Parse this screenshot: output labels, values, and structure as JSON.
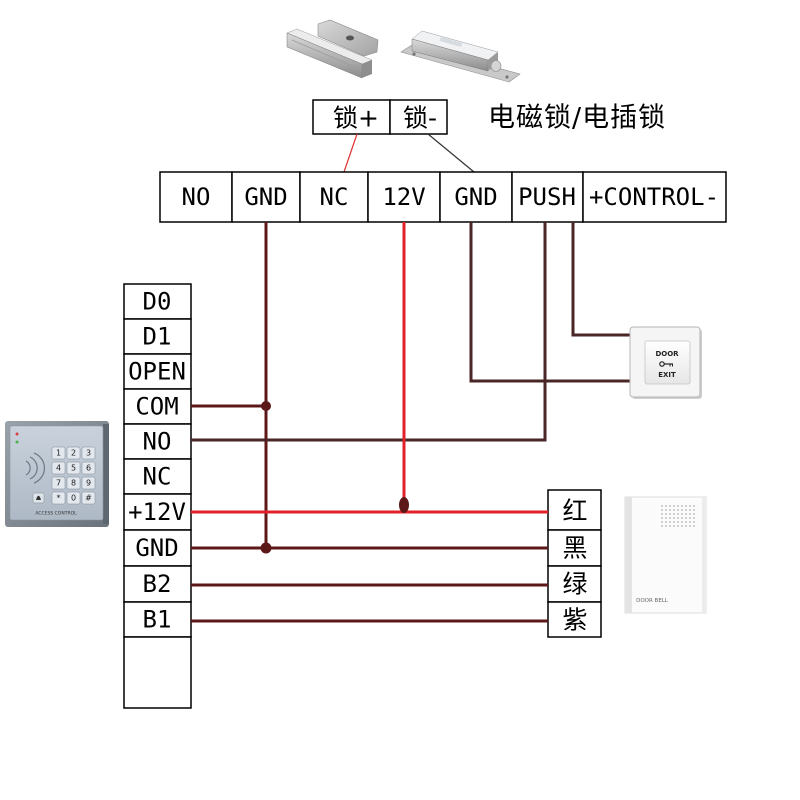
{
  "lock": {
    "label_plus": "锁+",
    "label_minus": "锁-",
    "caption": "电磁锁/电插锁"
  },
  "controller_terminals": [
    "NO",
    "GND",
    "NC",
    "12V",
    "GND",
    "PUSH",
    "+CONTROL-"
  ],
  "reader_terminals": [
    "D0",
    "D1",
    "OPEN",
    "COM",
    "NO",
    "NC",
    "+12V",
    "GND",
    "B2",
    "B1"
  ],
  "doorbell_wires": [
    {
      "label": "红",
      "color": "#e8141e"
    },
    {
      "label": "黑",
      "color": "#000000"
    },
    {
      "label": "绿",
      "color": "#2ad12a"
    },
    {
      "label": "紫",
      "color": "#a01ee6"
    }
  ],
  "exit_button": {
    "line1": "DOOR",
    "line2": "EXIT"
  },
  "doorbell": {
    "label": "DOOR BELL"
  },
  "keypad": {
    "keys": [
      "1",
      "2",
      "3",
      "4",
      "5",
      "6",
      "7",
      "8",
      "9",
      "*",
      "0",
      "#"
    ],
    "label": "ACCESS CONTROL"
  },
  "wire_colors": {
    "ground": "#5c1818",
    "power": "#e3202a",
    "signal": "#4a2626",
    "lock_plus": "#e03232",
    "lock_minus": "#333333"
  }
}
